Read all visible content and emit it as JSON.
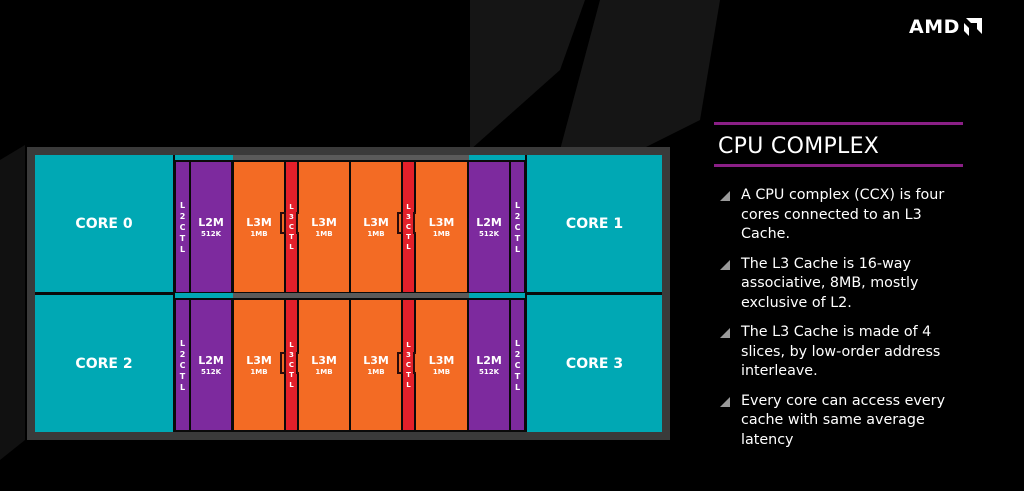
{
  "brand": {
    "logo_text": "AMD"
  },
  "panel": {
    "title": "CPU COMPLEX",
    "bullets": [
      "A CPU complex (CCX) is four cores connected to an L3 Cache.",
      "The L3 Cache is 16-way associative, 8MB, mostly exclusive of L2.",
      "The L3 Cache is made of 4 slices, by low-order address interleave.",
      "Every core can access every cache with same average latency"
    ]
  },
  "diagram": {
    "cores": [
      "CORE 0",
      "CORE 1",
      "CORE 2",
      "CORE 3"
    ],
    "l2ctl_label": "L\n2\nC\nT\nL",
    "l3ctl_label": "L\n3\nC\nT\nL",
    "l2m": {
      "name": "L2M",
      "size": "512K"
    },
    "l3m": {
      "name": "L3M",
      "size": "1MB"
    }
  },
  "colors": {
    "core": "#00a8b4",
    "l2": "#7d2a9e",
    "l3m": "#f36b24",
    "l3ctl": "#e3202a",
    "accent_rule": "#8a1f86"
  }
}
